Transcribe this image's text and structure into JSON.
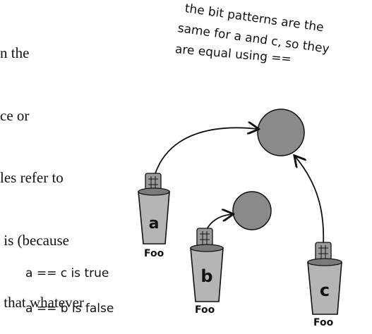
{
  "body_text": {
    "lines": [
      "n the",
      "ce or",
      "les refer to",
      " is (because",
      " that whatever"
    ]
  },
  "annotation": {
    "lines": [
      "the bit patterns are the",
      "same for a and c, so they",
      "are equal using =="
    ]
  },
  "comparisons": [
    "a == c is true",
    "a == b is false"
  ],
  "cups": [
    {
      "letter": "a",
      "type_label": "Foo"
    },
    {
      "letter": "b",
      "type_label": "Foo"
    },
    {
      "letter": "c",
      "type_label": "Foo"
    }
  ],
  "colors": {
    "object_fill": "#8a8a8a",
    "cup_fill": "#b5b5b5",
    "ink": "#111111"
  }
}
